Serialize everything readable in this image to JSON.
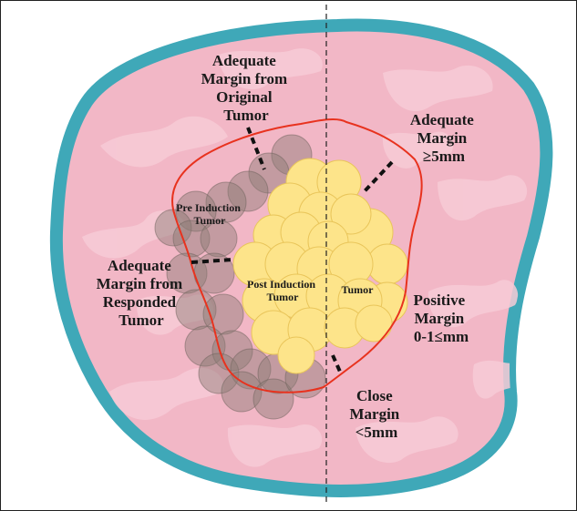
{
  "diagram": {
    "labels": {
      "margin_original": [
        "Adequate",
        "Margin from",
        "Original",
        "Tumor"
      ],
      "margin_adequate": [
        "Adequate",
        "Margin",
        "≥5mm"
      ],
      "pre_induction": [
        "Pre Induction",
        "Tumor"
      ],
      "margin_responded": [
        "Adequate",
        "Margin from",
        "Responded",
        "Tumor"
      ],
      "post_induction": [
        "Post Induction",
        "Tumor"
      ],
      "tumor": "Tumor",
      "positive_margin": [
        "Positive",
        "Margin",
        "0-1≤mm"
      ],
      "close_margin": [
        "Close",
        "Margin",
        "<5mm"
      ]
    },
    "colors": {
      "outer_ring": "#3fa8b8",
      "tissue": "#f2b7c6",
      "margin_line": "#e8321e",
      "tumor_cells": "#fde48a",
      "pre_induction_cells": "#8a7b74",
      "divider": "#222222"
    }
  }
}
